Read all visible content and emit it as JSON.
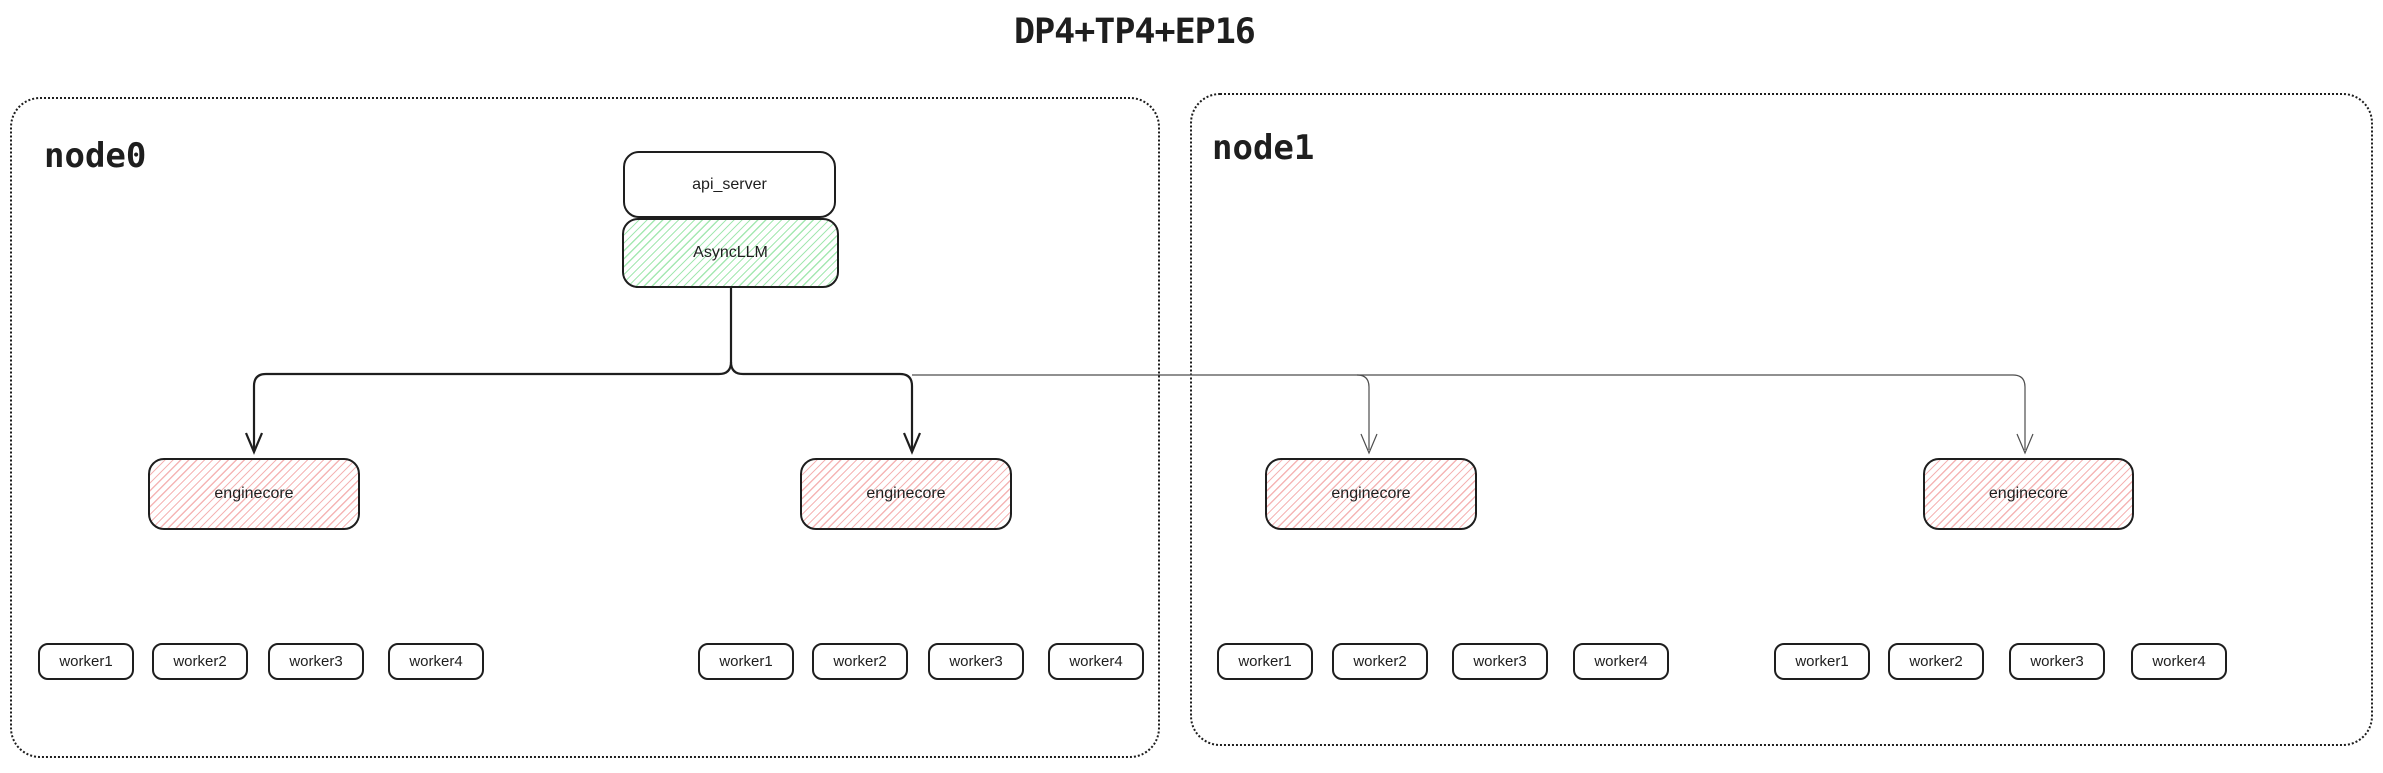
{
  "title": "DP4+TP4+EP16",
  "colors": {
    "stroke": "#1e1e1e",
    "thin_connector": "#4d4d4d",
    "green_hatch": "#a5e8b2",
    "red_hatch": "#f5b5b5"
  },
  "nodes": [
    {
      "label": "node0",
      "api_server": "api_server",
      "async_llm": "AsyncLLM",
      "enginecores": [
        "enginecore",
        "enginecore"
      ],
      "worker_groups": [
        [
          "worker1",
          "worker2",
          "worker3",
          "worker4"
        ],
        [
          "worker1",
          "worker2",
          "worker3",
          "worker4"
        ]
      ]
    },
    {
      "label": "node1",
      "enginecores": [
        "enginecore",
        "enginecore"
      ],
      "worker_groups": [
        [
          "worker1",
          "worker2",
          "worker3",
          "worker4"
        ],
        [
          "worker1",
          "worker2",
          "worker3",
          "worker4"
        ]
      ]
    }
  ]
}
